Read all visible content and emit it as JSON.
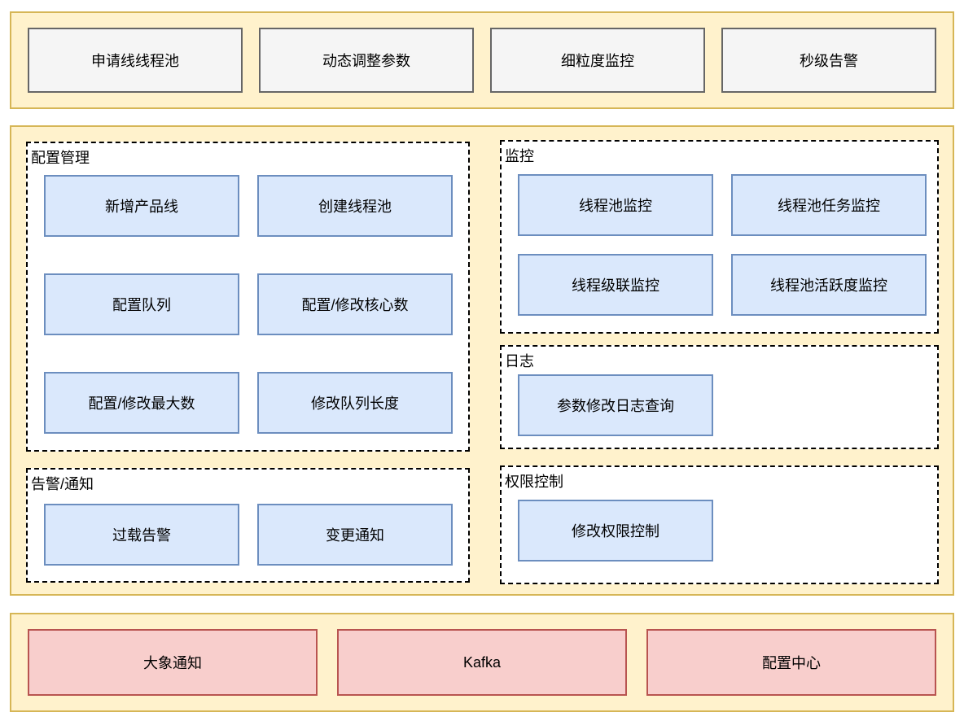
{
  "diagram": {
    "top_capabilities": {
      "items": [
        "申请线线程池",
        "动态调整参数",
        "细粒度监控",
        "秒级告警"
      ]
    },
    "modules": {
      "config_management": {
        "title": "配置管理",
        "items": [
          "新增产品线",
          "创建线程池",
          "配置队列",
          "配置/修改核心数",
          "配置/修改最大数",
          "修改队列长度"
        ]
      },
      "alert_notification": {
        "title": "告警/通知",
        "items": [
          "过载告警",
          "变更通知"
        ]
      },
      "monitoring": {
        "title": "监控",
        "items": [
          "线程池监控",
          "线程池任务监控",
          "线程级联监控",
          "线程池活跃度监控"
        ]
      },
      "log": {
        "title": "日志",
        "items": [
          "参数修改日志查询"
        ]
      },
      "permission": {
        "title": "权限控制",
        "items": [
          "修改权限控制"
        ]
      }
    },
    "infrastructure": {
      "items": [
        "大象通知",
        "Kafka",
        "配置中心"
      ]
    },
    "colors": {
      "band_fill": "#FFF2CC",
      "band_border": "#D6B656",
      "capability_fill": "#F5F5F5",
      "capability_border": "#666666",
      "feature_fill": "#DAE8FC",
      "feature_border": "#6C8EBF",
      "infra_fill": "#F8CECC",
      "infra_border": "#B85450",
      "section_border": "#000000"
    }
  }
}
